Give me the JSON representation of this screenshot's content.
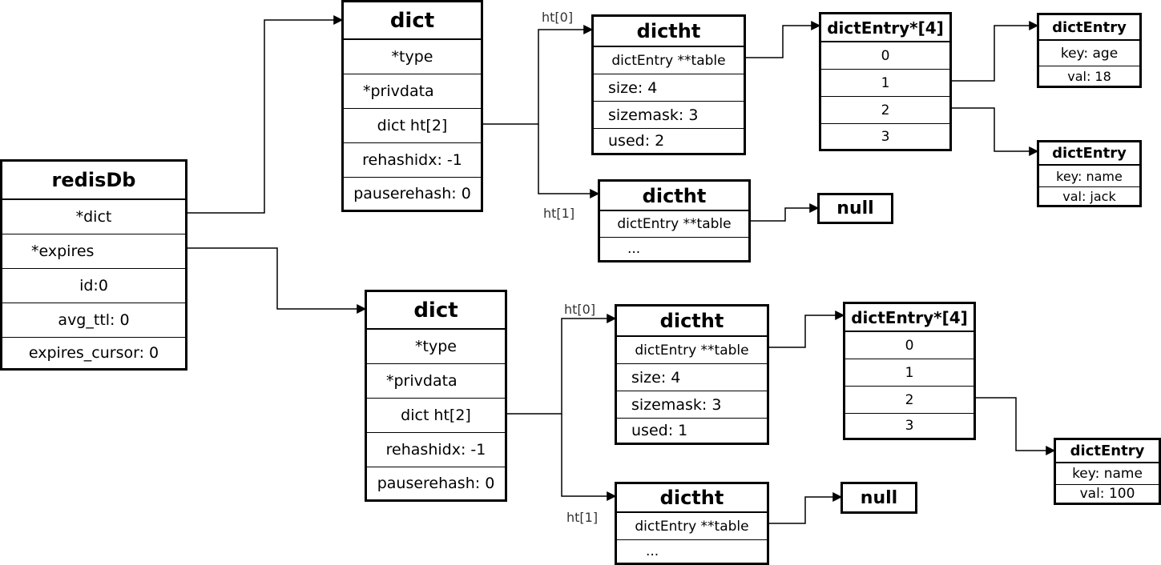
{
  "redisDb": {
    "title": "redisDb",
    "rows": [
      "*dict",
      "*expires",
      "id:0",
      "avg_ttl: 0",
      "expires_cursor: 0"
    ]
  },
  "dict_main": {
    "title": "dict",
    "rows": [
      "*type",
      "*privdata",
      "dict ht[2]",
      "rehashidx: -1",
      "pauserehash: 0"
    ]
  },
  "dict_expires": {
    "title": "dict",
    "rows": [
      "*type",
      "*privdata",
      "dict ht[2]",
      "rehashidx: -1",
      "pauserehash: 0"
    ]
  },
  "dictht_main_0": {
    "title": "dictht",
    "rows": [
      "dictEntry **table",
      "size: 4",
      "sizemask: 3",
      "used: 2"
    ]
  },
  "dictht_main_1": {
    "title": "dictht",
    "rows": [
      "dictEntry **table",
      "..."
    ]
  },
  "dictht_expires_0": {
    "title": "dictht",
    "rows": [
      "dictEntry **table",
      "size: 4",
      "sizemask: 3",
      "used: 1"
    ]
  },
  "dictht_expires_1": {
    "title": "dictht",
    "rows": [
      "dictEntry **table",
      "..."
    ]
  },
  "table_main": {
    "title": "dictEntry*[4]",
    "rows": [
      "0",
      "1",
      "2",
      "3"
    ]
  },
  "table_expires": {
    "title": "dictEntry*[4]",
    "rows": [
      "0",
      "1",
      "2",
      "3"
    ]
  },
  "entry_main_a": {
    "title": "dictEntry",
    "rows": [
      "key: age",
      "val: 18"
    ]
  },
  "entry_main_b": {
    "title": "dictEntry",
    "rows": [
      "key: name",
      "val: jack"
    ]
  },
  "entry_expires": {
    "title": "dictEntry",
    "rows": [
      "key: name",
      "val: 100"
    ]
  },
  "null_main": "null",
  "null_expires": "null",
  "labels": {
    "main_ht0": "ht[0]",
    "main_ht1": "ht[1]",
    "exp_ht0": "ht[0]",
    "exp_ht1": "ht[1]"
  }
}
